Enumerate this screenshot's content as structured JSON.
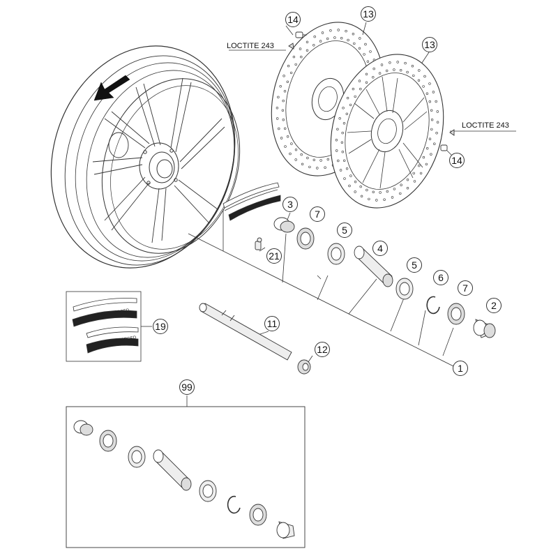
{
  "callouts": [
    {
      "id": "1",
      "text": "1"
    },
    {
      "id": "2",
      "text": "2"
    },
    {
      "id": "3",
      "text": "3"
    },
    {
      "id": "4",
      "text": "4"
    },
    {
      "id": "5a",
      "text": "5"
    },
    {
      "id": "5b",
      "text": "5"
    },
    {
      "id": "6",
      "text": "6"
    },
    {
      "id": "7a",
      "text": "7"
    },
    {
      "id": "7b",
      "text": "7"
    },
    {
      "id": "11",
      "text": "11"
    },
    {
      "id": "12",
      "text": "12"
    },
    {
      "id": "13a",
      "text": "13"
    },
    {
      "id": "13b",
      "text": "13"
    },
    {
      "id": "14a",
      "text": "14"
    },
    {
      "id": "14b",
      "text": "14"
    },
    {
      "id": "19",
      "text": "19"
    },
    {
      "id": "21",
      "text": "21"
    },
    {
      "id": "99",
      "text": "99"
    }
  ],
  "annotations": {
    "loctite_top": "LOCTITE 243",
    "loctite_right": "LOCTITE 243"
  },
  "decal_text": "marchesini FORGED",
  "colors": {
    "line": "#333333",
    "shade": "#bdbdbd",
    "fill": "#ffffff"
  }
}
